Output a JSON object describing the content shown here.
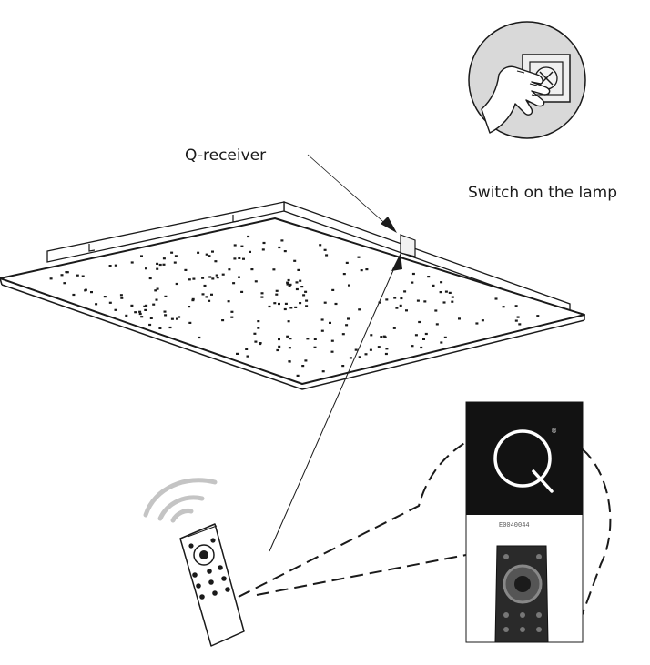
{
  "labels": {
    "receiver": "Q-receiver",
    "switch_on": "Switch on the lamp",
    "product_code": "E0040044"
  },
  "brand": {
    "logo_letter": "Q",
    "registered_mark": "®"
  },
  "colors": {
    "line": "#1a1a1a",
    "logo_background": "#121212",
    "circle_fill": "#d9d9d9",
    "signal_waves": "#c4c4c4"
  },
  "icons": [
    "hand-switch-icon",
    "wireless-signal-icon",
    "remote-control-icon",
    "q-logo-icon"
  ]
}
